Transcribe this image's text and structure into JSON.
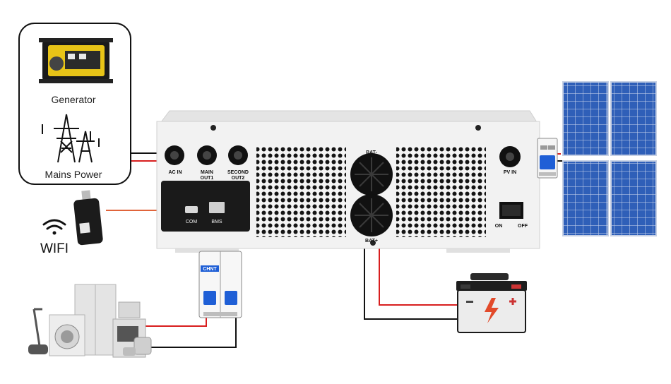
{
  "sources": {
    "generator_label": "Generator",
    "mains_label": "Mains Power"
  },
  "wifi": {
    "label": "WIFI"
  },
  "inverter": {
    "ports": {
      "ac_in": "AC IN",
      "main_out_line1": "MAIN",
      "main_out_line2": "OUT1",
      "second_out_line1": "SECOND",
      "second_out_line2": "OUT2",
      "pv_in": "PV IN",
      "bat_neg": "BAT-",
      "bat_pos": "BAT+",
      "com": "COM",
      "bms": "BMS"
    },
    "switch": {
      "on": "ON",
      "off": "OFF"
    }
  },
  "breaker": {
    "brand": "CHNT"
  },
  "colors": {
    "positive_wire": "#d81e1e",
    "negative_wire": "#111111",
    "wifi_wire": "#e0643a",
    "inverter_body": "#f2f2f2",
    "solar_cell": "#2f5fb8",
    "breaker_handle": "#1f5fd6"
  }
}
